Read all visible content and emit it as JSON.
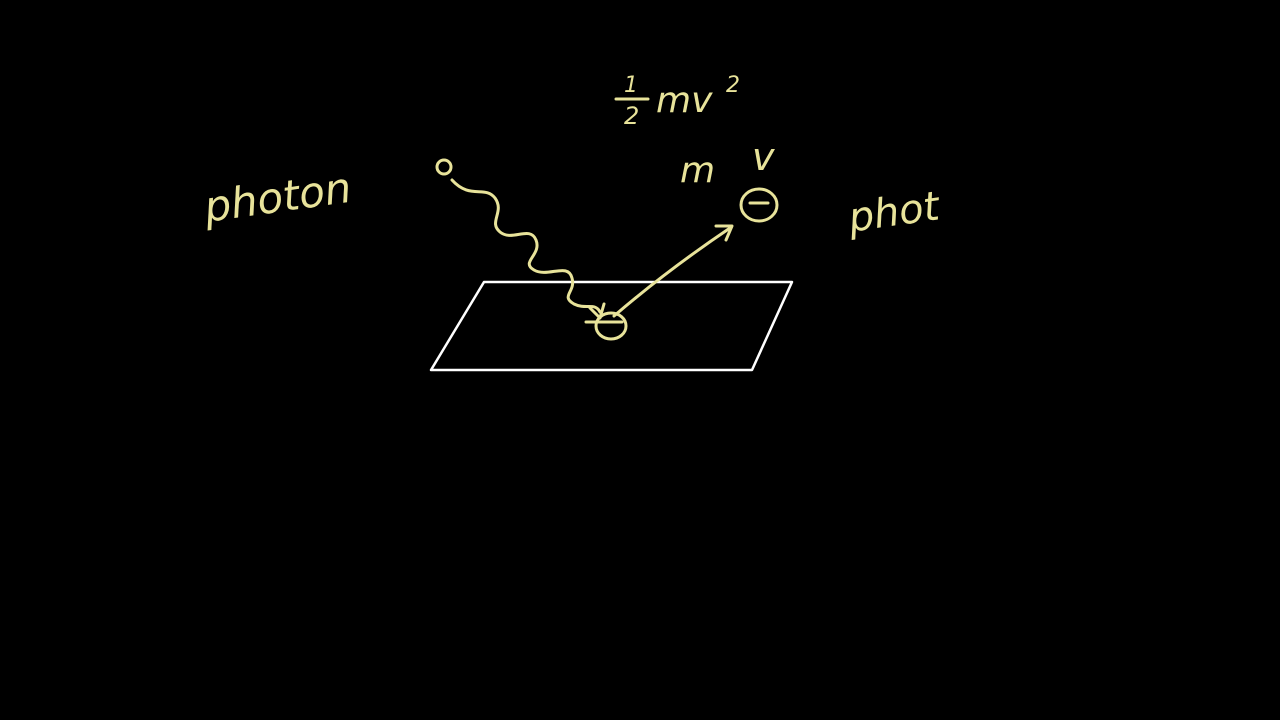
{
  "colors": {
    "background": "#000000",
    "chalk_yellow": "#e8e39a",
    "metal_outline": "#ffffff"
  },
  "labels": {
    "photon_left": "photon",
    "photon_right": "phot",
    "mass": "m",
    "velocity": "v",
    "kinetic_energy": {
      "fraction_numerator": "1",
      "fraction_denominator": "2",
      "body": "mv",
      "exponent": "2"
    },
    "electron_sign": "−"
  }
}
